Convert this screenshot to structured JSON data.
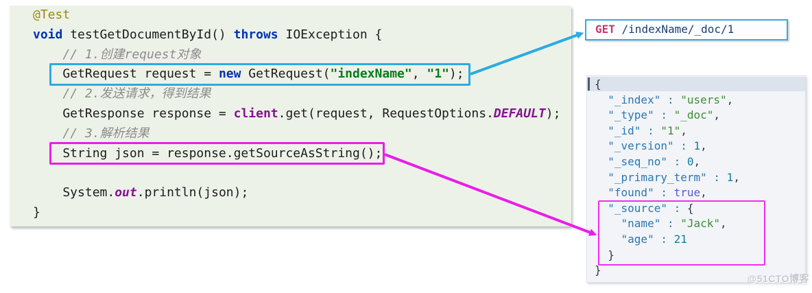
{
  "colors": {
    "code_bg": "#EDF2E8",
    "annotation": "#9E880D",
    "keyword": "#0033B3",
    "string": "#067D17",
    "comment": "#8C8C8C",
    "field": "#871094",
    "cyan_accent": "#2BABE2",
    "magenta_accent": "#E81EE8",
    "http_method": "#C9366B",
    "http_path": "#1C3E6B",
    "json_key": "#2B77B3",
    "json_string": "#3C8E33",
    "json_number": "#17799C",
    "json_boolean": "#5558D6",
    "json_bg": "#F2F4F8",
    "selection_band": "#DCE3ED"
  },
  "code_panel": {
    "language": "java",
    "lines": [
      [
        {
          "t": "@Test",
          "s": "ann"
        }
      ],
      [
        {
          "t": "void",
          "s": "kw"
        },
        {
          "t": " testGetDocumentById() ",
          "s": "pl"
        },
        {
          "t": "throws",
          "s": "kw"
        },
        {
          "t": " IOException {",
          "s": "pl"
        }
      ],
      [
        {
          "t": "    ",
          "s": "pl"
        },
        {
          "t": "// 1.创建request对象",
          "s": "cm"
        }
      ],
      [
        {
          "t": "    GetRequest request = ",
          "s": "pl"
        },
        {
          "t": "new",
          "s": "kw"
        },
        {
          "t": " GetRequest(",
          "s": "pl"
        },
        {
          "t": "\"indexName\"",
          "s": "str"
        },
        {
          "t": ", ",
          "s": "pl"
        },
        {
          "t": "\"1\"",
          "s": "str"
        },
        {
          "t": ");",
          "s": "pl"
        }
      ],
      [
        {
          "t": "    ",
          "s": "pl"
        },
        {
          "t": "// 2.发送请求，得到结果",
          "s": "cm"
        }
      ],
      [
        {
          "t": "    GetResponse response = ",
          "s": "pl"
        },
        {
          "t": "client",
          "s": "fld"
        },
        {
          "t": ".get(request, RequestOptions.",
          "s": "pl"
        },
        {
          "t": "DEFAULT",
          "s": "sfld"
        },
        {
          "t": ");",
          "s": "pl"
        }
      ],
      [
        {
          "t": "    ",
          "s": "pl"
        },
        {
          "t": "// 3.解析结果",
          "s": "cm"
        }
      ],
      [
        {
          "t": "    String json = response.getSourceAsString();",
          "s": "pl"
        }
      ],
      [],
      [
        {
          "t": "    System.",
          "s": "pl"
        },
        {
          "t": "out",
          "s": "sfld"
        },
        {
          "t": ".println(json);",
          "s": "pl"
        }
      ],
      [
        {
          "t": "}",
          "s": "pl"
        }
      ]
    ]
  },
  "request_box": {
    "method": "GET",
    "path": " /indexName/_doc/1"
  },
  "response_panel": {
    "lines": [
      [
        {
          "t": "{",
          "s": "punct"
        }
      ],
      [
        {
          "t": "  ",
          "s": "punct"
        },
        {
          "t": "\"_index\"",
          "s": "key"
        },
        {
          "t": " : ",
          "s": "op"
        },
        {
          "t": "\"users\"",
          "s": "str"
        },
        {
          "t": ",",
          "s": "punct"
        }
      ],
      [
        {
          "t": "  ",
          "s": "punct"
        },
        {
          "t": "\"_type\"",
          "s": "key"
        },
        {
          "t": " : ",
          "s": "op"
        },
        {
          "t": "\"_doc\"",
          "s": "str"
        },
        {
          "t": ",",
          "s": "punct"
        }
      ],
      [
        {
          "t": "  ",
          "s": "punct"
        },
        {
          "t": "\"_id\"",
          "s": "key"
        },
        {
          "t": " : ",
          "s": "op"
        },
        {
          "t": "\"1\"",
          "s": "str"
        },
        {
          "t": ",",
          "s": "punct"
        }
      ],
      [
        {
          "t": "  ",
          "s": "punct"
        },
        {
          "t": "\"_version\"",
          "s": "key"
        },
        {
          "t": " : ",
          "s": "op"
        },
        {
          "t": "1",
          "s": "num"
        },
        {
          "t": ",",
          "s": "punct"
        }
      ],
      [
        {
          "t": "  ",
          "s": "punct"
        },
        {
          "t": "\"_seq_no\"",
          "s": "key"
        },
        {
          "t": " : ",
          "s": "op"
        },
        {
          "t": "0",
          "s": "num"
        },
        {
          "t": ",",
          "s": "punct"
        }
      ],
      [
        {
          "t": "  ",
          "s": "punct"
        },
        {
          "t": "\"_primary_term\"",
          "s": "key"
        },
        {
          "t": " : ",
          "s": "op"
        },
        {
          "t": "1",
          "s": "num"
        },
        {
          "t": ",",
          "s": "punct"
        }
      ],
      [
        {
          "t": "  ",
          "s": "punct"
        },
        {
          "t": "\"found\"",
          "s": "key"
        },
        {
          "t": " : ",
          "s": "op"
        },
        {
          "t": "true",
          "s": "bool"
        },
        {
          "t": ",",
          "s": "punct"
        }
      ],
      [
        {
          "t": "  ",
          "s": "punct"
        },
        {
          "t": "\"_source\"",
          "s": "key"
        },
        {
          "t": " : ",
          "s": "op"
        },
        {
          "t": "{",
          "s": "punct"
        }
      ],
      [
        {
          "t": "    ",
          "s": "punct"
        },
        {
          "t": "\"name\"",
          "s": "key"
        },
        {
          "t": " : ",
          "s": "op"
        },
        {
          "t": "\"Jack\"",
          "s": "str"
        },
        {
          "t": ",",
          "s": "punct"
        }
      ],
      [
        {
          "t": "    ",
          "s": "punct"
        },
        {
          "t": "\"age\"",
          "s": "key"
        },
        {
          "t": " : ",
          "s": "op"
        },
        {
          "t": "21",
          "s": "num"
        }
      ],
      [
        {
          "t": "  }",
          "s": "punct"
        }
      ],
      [
        {
          "t": "}",
          "s": "punct"
        }
      ]
    ]
  },
  "watermark": "@51CTO博客"
}
